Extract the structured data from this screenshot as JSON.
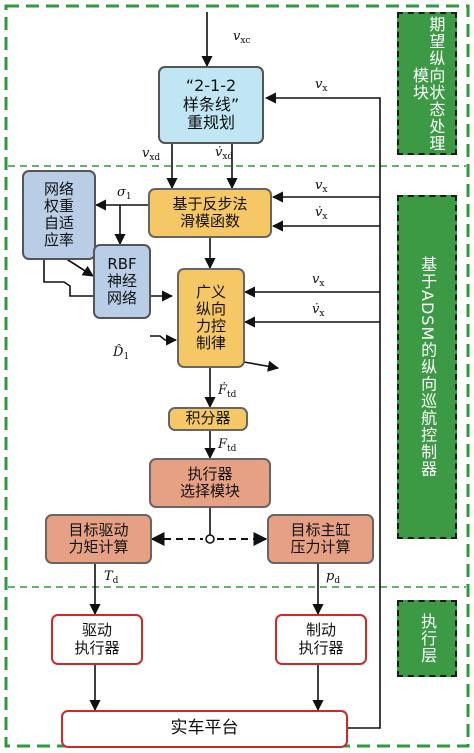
{
  "modules": {
    "upper": "期望纵向状态处理模块",
    "middle": "基于ADSM的纵向巡航控制器",
    "lower": "执行层"
  },
  "blocks": {
    "spline_planning": "“2-1-2\n样条线”\n重规划",
    "backstepping_sliding": "基于反步法\n滑模函数",
    "weight_adaptive": "网络\n权重\n自适\n应率",
    "rbf_network": "RBF\n神经\n网络",
    "control_law": "广义\n纵向\n力控\n制律",
    "integrator": "积分器",
    "actuator_select": "执行器\n选择模块",
    "drive_torque_calc": "目标驱动\n力矩计算",
    "master_pressure_calc": "目标主缸\n压力计算",
    "drive_actuator": "驱动\n执行器",
    "brake_actuator": "制动\n执行器",
    "vehicle_platform": "实车平台"
  },
  "signals": {
    "v_xc": {
      "base": "v",
      "sub": "xc"
    },
    "v_x_feedback": {
      "base": "v",
      "sub": "x"
    },
    "v_xd": {
      "base": "v",
      "sub": "xd"
    },
    "v_xd_dot": {
      "base": "v̇",
      "sub": "xd"
    },
    "v_x_1": {
      "base": "v",
      "sub": "x"
    },
    "v_x_dot_1": {
      "base": "v̇",
      "sub": "x"
    },
    "sigma1": {
      "base": "σ",
      "sub": "1"
    },
    "v_x_2": {
      "base": "v",
      "sub": "x"
    },
    "v_x_dot_2": {
      "base": "v̇",
      "sub": "x"
    },
    "D1_hat": {
      "base": "D̂",
      "sub": "1"
    },
    "F_td_dot": {
      "base": "Ḟ",
      "sub": "td"
    },
    "F_td": {
      "base": "F",
      "sub": "td"
    },
    "T_d": {
      "base": "T",
      "sub": "d"
    },
    "p_d": {
      "base": "p",
      "sub": "d"
    }
  },
  "colors": {
    "module_fill": "#3c9a44",
    "module_border": "#1c1c1c",
    "outer_dash": "#2e9a3e",
    "spline_fill": "#bfe6f2",
    "controller_fill": "#f5c765",
    "neural_fill": "#b9cde6",
    "actuator_logic_fill": "#e6a184",
    "actuator_border": "#cc2a2a",
    "line": "#111111"
  }
}
